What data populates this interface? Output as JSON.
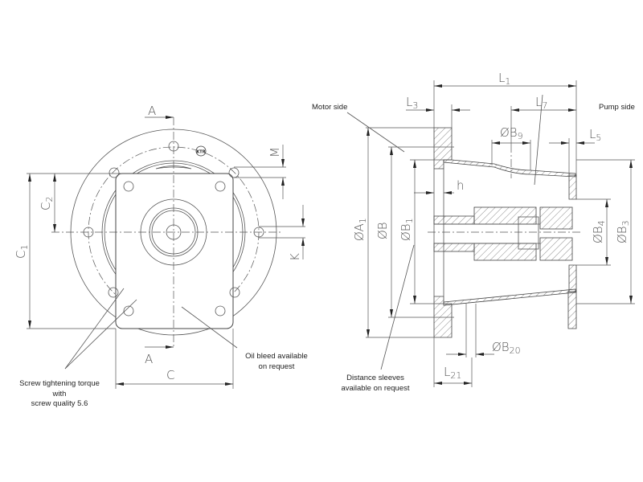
{
  "front_view": {
    "section_marks": [
      "A",
      "A"
    ],
    "dimensions": {
      "C": {
        "base": "C",
        "sub": ""
      },
      "C1": {
        "base": "C",
        "sub": "1"
      },
      "C2": {
        "base": "C",
        "sub": "2"
      },
      "M": {
        "base": "M",
        "sub": ""
      },
      "K": {
        "base": "K",
        "sub": ""
      }
    },
    "logo_text": "KTR",
    "notes": {
      "screw_torque": [
        "Screw tightening torque",
        "with",
        "screw quality 5.6"
      ],
      "oil_bleed": [
        "Oil bleed available",
        "on request"
      ]
    }
  },
  "section_view": {
    "dimensions": {
      "L1": {
        "base": "L",
        "sub": "1"
      },
      "L3": {
        "base": "L",
        "sub": "3"
      },
      "L7": {
        "base": "L",
        "sub": "7"
      },
      "L5": {
        "base": "L",
        "sub": "5"
      },
      "L21": {
        "base": "L",
        "sub": "21"
      },
      "h": {
        "base": "h",
        "sub": ""
      },
      "B9": {
        "base": "ØB",
        "sub": "9"
      },
      "B20": {
        "base": "ØB",
        "sub": "20"
      },
      "A1": {
        "base": "ØA",
        "sub": "1"
      },
      "B": {
        "base": "ØB",
        "sub": ""
      },
      "B1": {
        "base": "ØB",
        "sub": "1"
      },
      "B3": {
        "base": "ØB",
        "sub": "3"
      },
      "B4": {
        "base": "ØB",
        "sub": "4"
      }
    },
    "notes": {
      "motor_side": "Motor side",
      "pump_side": "Pump side",
      "distance_sleeves": [
        "Distance sleeves",
        "available on request"
      ]
    }
  }
}
